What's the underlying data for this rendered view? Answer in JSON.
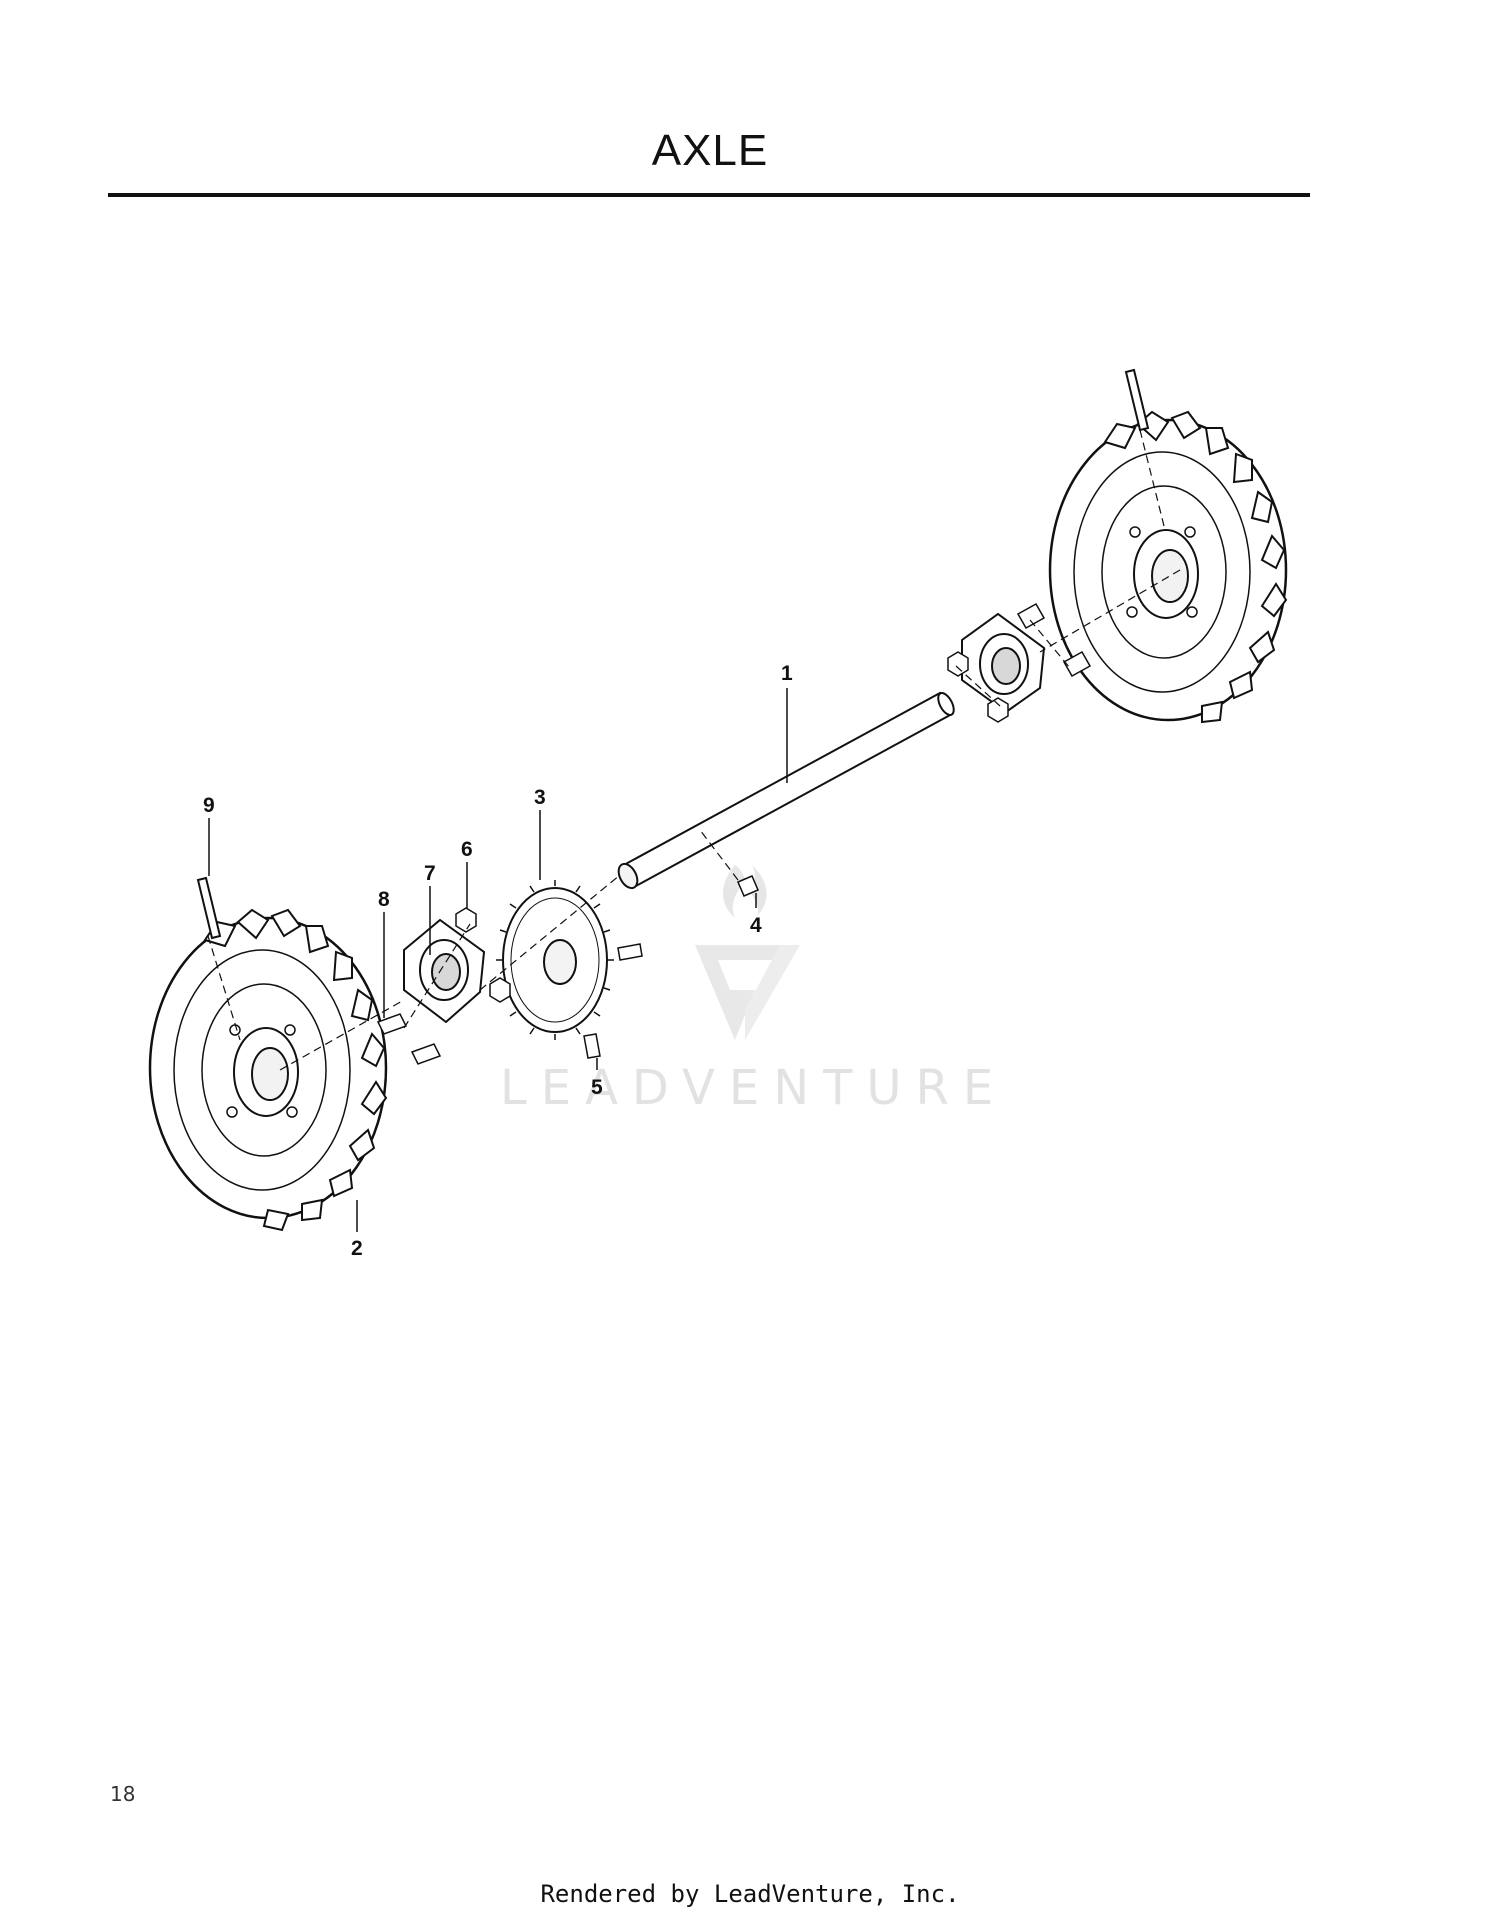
{
  "page": {
    "title": "AXLE",
    "page_number": "18",
    "footer": "Rendered by LeadVenture, Inc."
  },
  "watermark": {
    "text": "LEADVENTURE",
    "icon": "leadventure-logo-icon"
  },
  "callouts": [
    {
      "id": "1",
      "label": "1",
      "part": "axle-shaft"
    },
    {
      "id": "2",
      "label": "2",
      "part": "wheel-tire"
    },
    {
      "id": "3",
      "label": "3",
      "part": "sprocket"
    },
    {
      "id": "4",
      "label": "4",
      "part": "key"
    },
    {
      "id": "5",
      "label": "5",
      "part": "set-screw"
    },
    {
      "id": "6",
      "label": "6",
      "part": "nut"
    },
    {
      "id": "7",
      "label": "7",
      "part": "flange-bearing"
    },
    {
      "id": "8",
      "label": "8",
      "part": "bolt"
    },
    {
      "id": "9",
      "label": "9",
      "part": "pin"
    }
  ]
}
